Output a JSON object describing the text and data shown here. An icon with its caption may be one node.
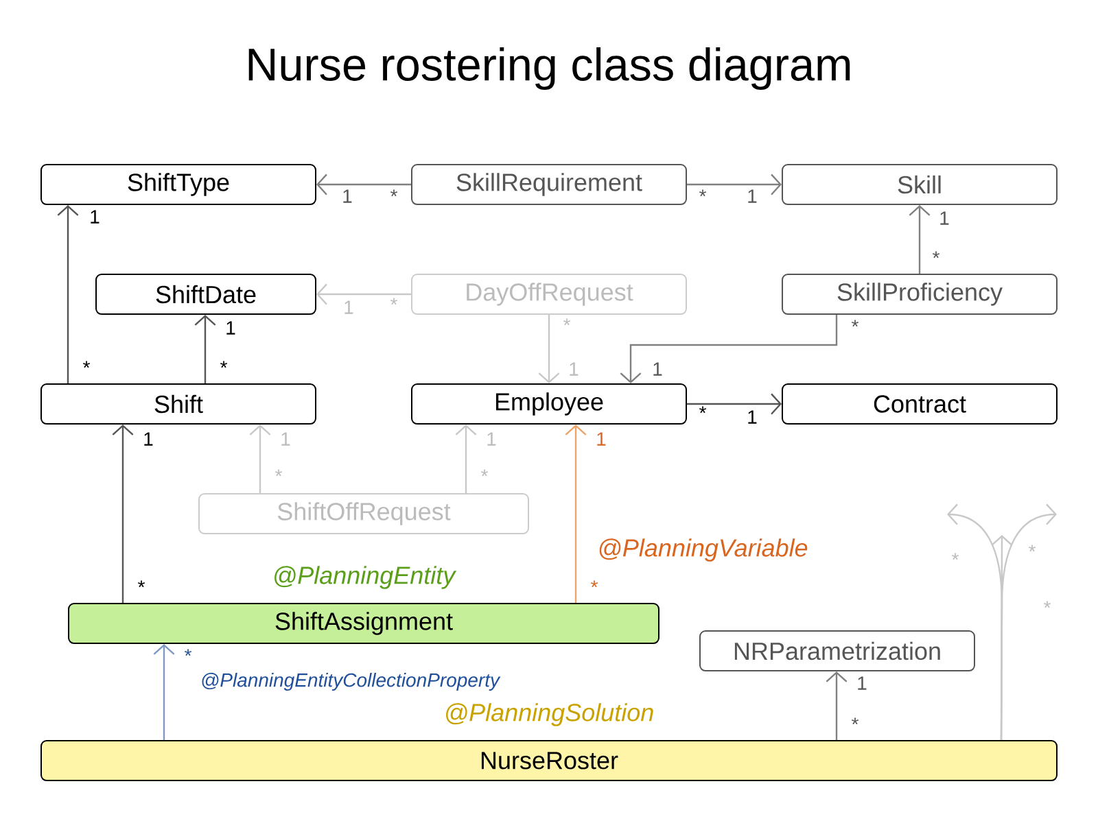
{
  "diagram": {
    "title": "Nurse rostering class diagram",
    "nodes": [
      {
        "text": [
          "ShiftType"
        ]
      },
      {
        "text": [
          "SkillRequirement"
        ]
      },
      {
        "text": [
          "Skill"
        ]
      },
      {
        "text": [
          "ShiftDate"
        ]
      },
      {
        "text": [
          "DayOffRequest"
        ]
      },
      {
        "text": [
          "SkillProficiency"
        ]
      },
      {
        "text": [
          "Shift"
        ]
      },
      {
        "text": [
          "Employee"
        ]
      },
      {
        "text": [
          "Contract"
        ]
      },
      {
        "text": [
          "ShiftOffRequest"
        ]
      },
      {
        "text": [
          "ShiftAssignment"
        ],
        "beside": [
          "@PlanningEntity"
        ]
      },
      {
        "text": [
          "NRParametrization"
        ]
      },
      {
        "text": [
          "NurseRoster"
        ],
        "beside": [
          "@PlanningSolution"
        ]
      }
    ],
    "edges": [
      {
        "from": 1,
        "to": 0,
        "arrow": "to"
      },
      {
        "from": 1,
        "to": 2,
        "arrow": "to"
      },
      {
        "from": 5,
        "to": 2,
        "arrow": "to"
      },
      {
        "from": 4,
        "to": 3,
        "arrow": "to",
        "color": "#c8c8c8"
      },
      {
        "from": 4,
        "to": 7,
        "arrow": "to",
        "color": "#c8c8c8"
      },
      {
        "from": 5,
        "to": 7,
        "arrow": "to"
      },
      {
        "from": 6,
        "to": 0,
        "arrow": "to",
        "color": "#555555"
      },
      {
        "from": 6,
        "to": 3,
        "arrow": "to",
        "color": "#555555"
      },
      {
        "from": 7,
        "to": 8,
        "arrow": "to",
        "color": "#555555"
      },
      {
        "from": 10,
        "to": 6,
        "arrow": "to",
        "color": "#555555"
      },
      {
        "from": 9,
        "to": 6,
        "arrow": "to",
        "color": "#c8c8c8"
      },
      {
        "from": 9,
        "to": 7,
        "arrow": "to",
        "color": "#c8c8c8"
      },
      {
        "from": 10,
        "to": 7,
        "arrow": "to",
        "color": "#eba46a",
        "label": "@PlanningVariable"
      },
      {
        "from": 12,
        "to": 10,
        "arrow": "to",
        "color": "#7f99c4",
        "label": "@PlanningEntityCollectionProperty"
      },
      {
        "from": 12,
        "to": 11,
        "arrow": "to"
      },
      {
        "from": 12,
        "to": null,
        "arrow": "to",
        "color": "#c8c8c8"
      },
      {
        "from": 12,
        "to": null,
        "arrow": "to",
        "color": "#c8c8c8"
      },
      {
        "from": 12,
        "to": null,
        "arrow": "to",
        "color": "#c8c8c8"
      }
    ],
    "labels": [
      "1",
      "*",
      "*",
      "1",
      "1",
      "1",
      "*",
      "1",
      "*",
      "1",
      "*",
      "*",
      "1",
      "1",
      "*",
      "*",
      "*",
      "1",
      "1",
      "1",
      "1",
      "1",
      "*",
      "*",
      "*",
      "*",
      "*",
      "*",
      "*",
      "*",
      "1",
      "*"
    ]
  }
}
